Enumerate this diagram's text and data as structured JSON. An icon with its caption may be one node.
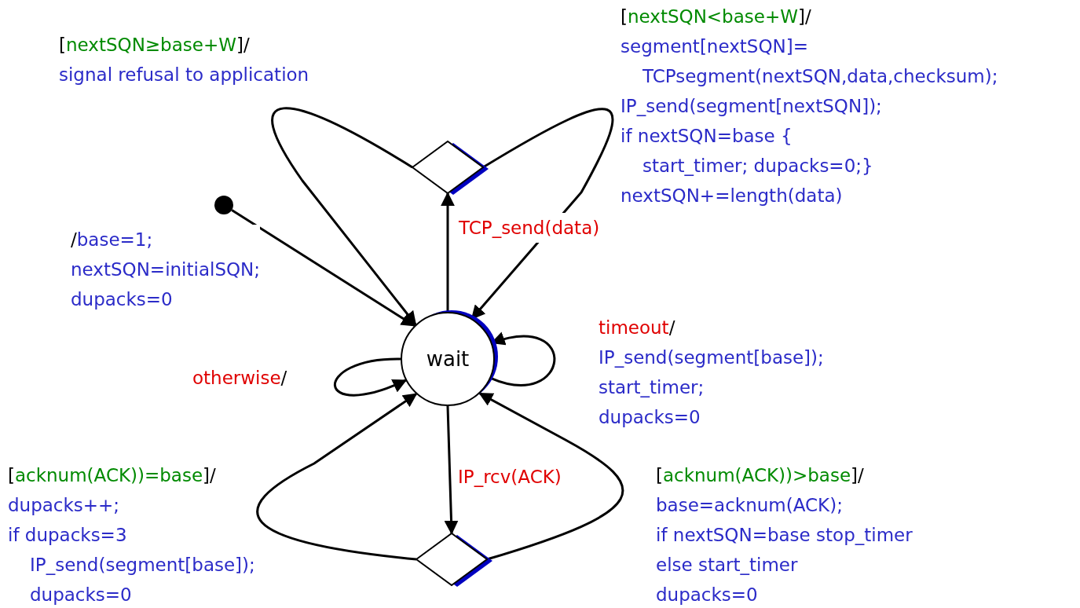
{
  "diagram": {
    "nodes": [
      {
        "text": [],
        "shape": "circle"
      },
      {
        "text": [
          "wait"
        ]
      },
      {
        "text": [],
        "shape": "diamond"
      },
      {
        "text": [],
        "shape": "diamond"
      }
    ],
    "edges": [
      {
        "from": 0,
        "to": 1,
        "arrow": "to",
        "label": "/base=1; nextSQN=initialSQN; dupacks=0"
      },
      {
        "from": 1,
        "to": 2,
        "arrow": "to",
        "label": "TCP_send(data)"
      },
      {
        "from": 2,
        "to": 1,
        "arrow": "to",
        "label": "[nextSQN≥base+W]/ signal refusal to application"
      },
      {
        "from": 2,
        "to": 1,
        "arrow": "to",
        "label": "[nextSQN<base+W]/ segment[nextSQN]= TCPsegment(nextSQN,data,checksum); IP_send(segment[nextSQN]); if nextSQN=base { start_timer; dupacks=0;} nextSQN+=length(data)"
      },
      {
        "from": 1,
        "to": 1,
        "arrow": "to",
        "label": "timeout/ IP_send(segment[base]); start_timer; dupacks=0"
      },
      {
        "from": 1,
        "to": 1,
        "arrow": "to",
        "label": "otherwise/"
      },
      {
        "from": 1,
        "to": 3,
        "arrow": "to",
        "label": "IP_rcv(ACK)"
      },
      {
        "from": 3,
        "to": 1,
        "arrow": "to",
        "label": "[acknum(ACK))=base]/ dupacks++; if dupacks=3 IP_send(segment[base]); dupacks=0"
      },
      {
        "from": 3,
        "to": 1,
        "arrow": "to",
        "label": "[acknum(ACK))>base]/ base=acknum(ACK); if nextSQN=base stop_timer else start_timer dupacks=0"
      }
    ]
  }
}
